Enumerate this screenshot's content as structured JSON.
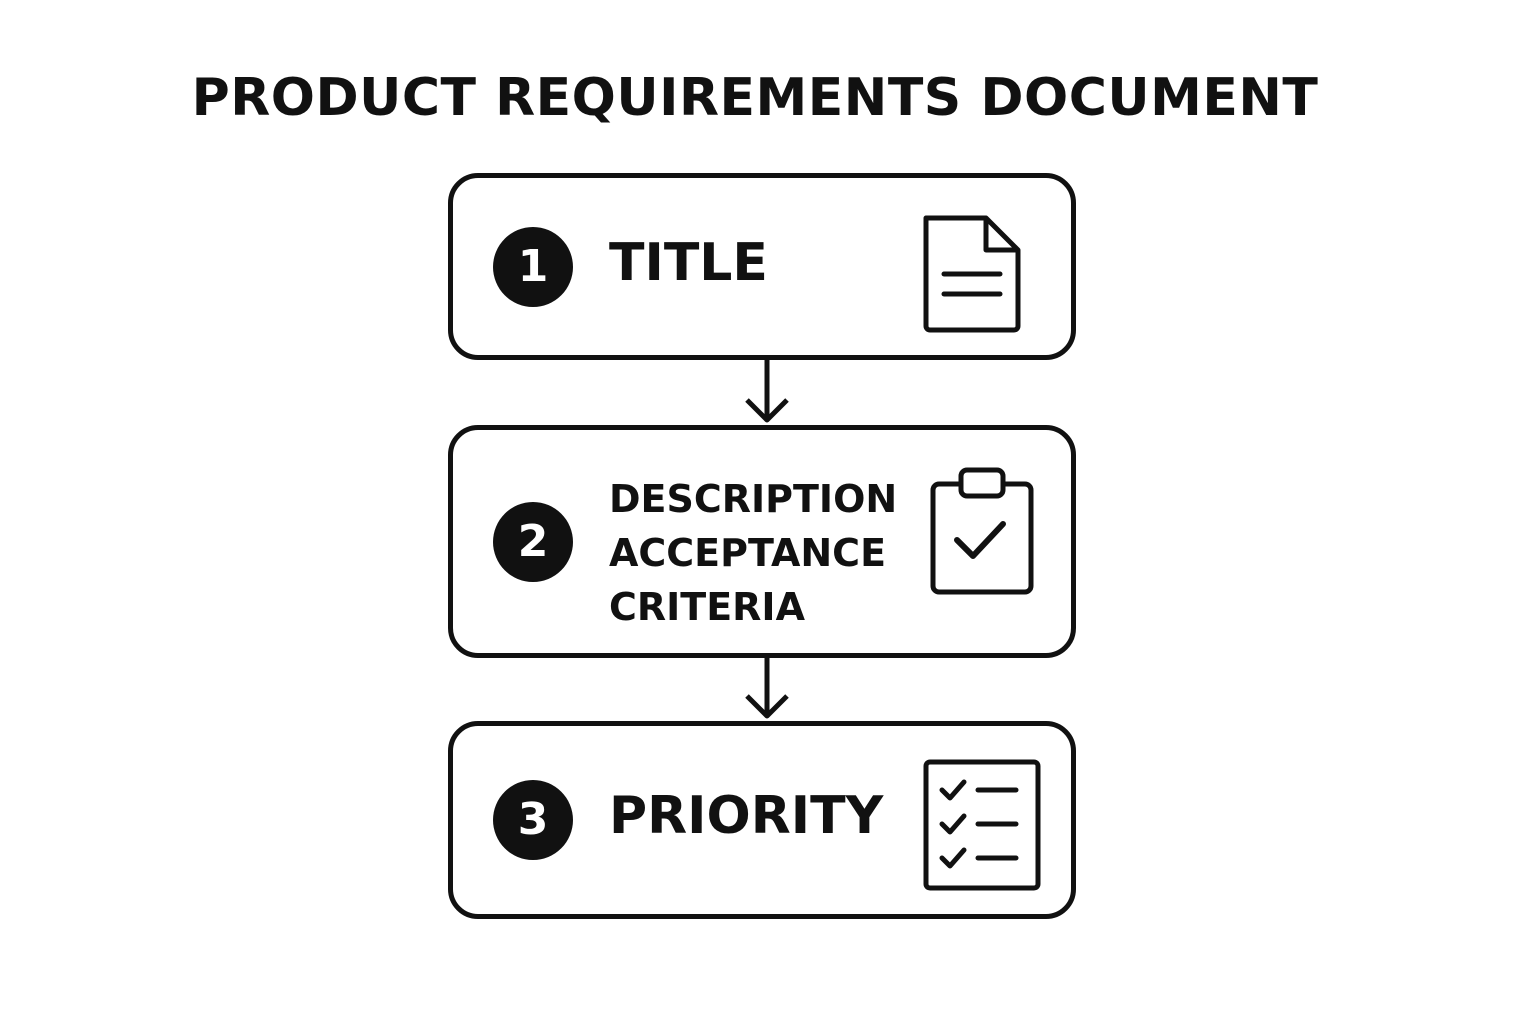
{
  "title": "PRODUCT REQUIREMENTS DOCUMENT",
  "steps": [
    {
      "number": "1",
      "label_lines": [
        "TITLE"
      ],
      "icon": "document-icon"
    },
    {
      "number": "2",
      "label_lines": [
        "DESCRIPTION",
        "ACCEPTANCE",
        "CRITERIA"
      ],
      "icon": "clipboard-check-icon"
    },
    {
      "number": "3",
      "label_lines": [
        "PRIORITY"
      ],
      "icon": "checklist-icon"
    }
  ],
  "colors": {
    "stroke": "#111111",
    "background": "#ffffff"
  }
}
